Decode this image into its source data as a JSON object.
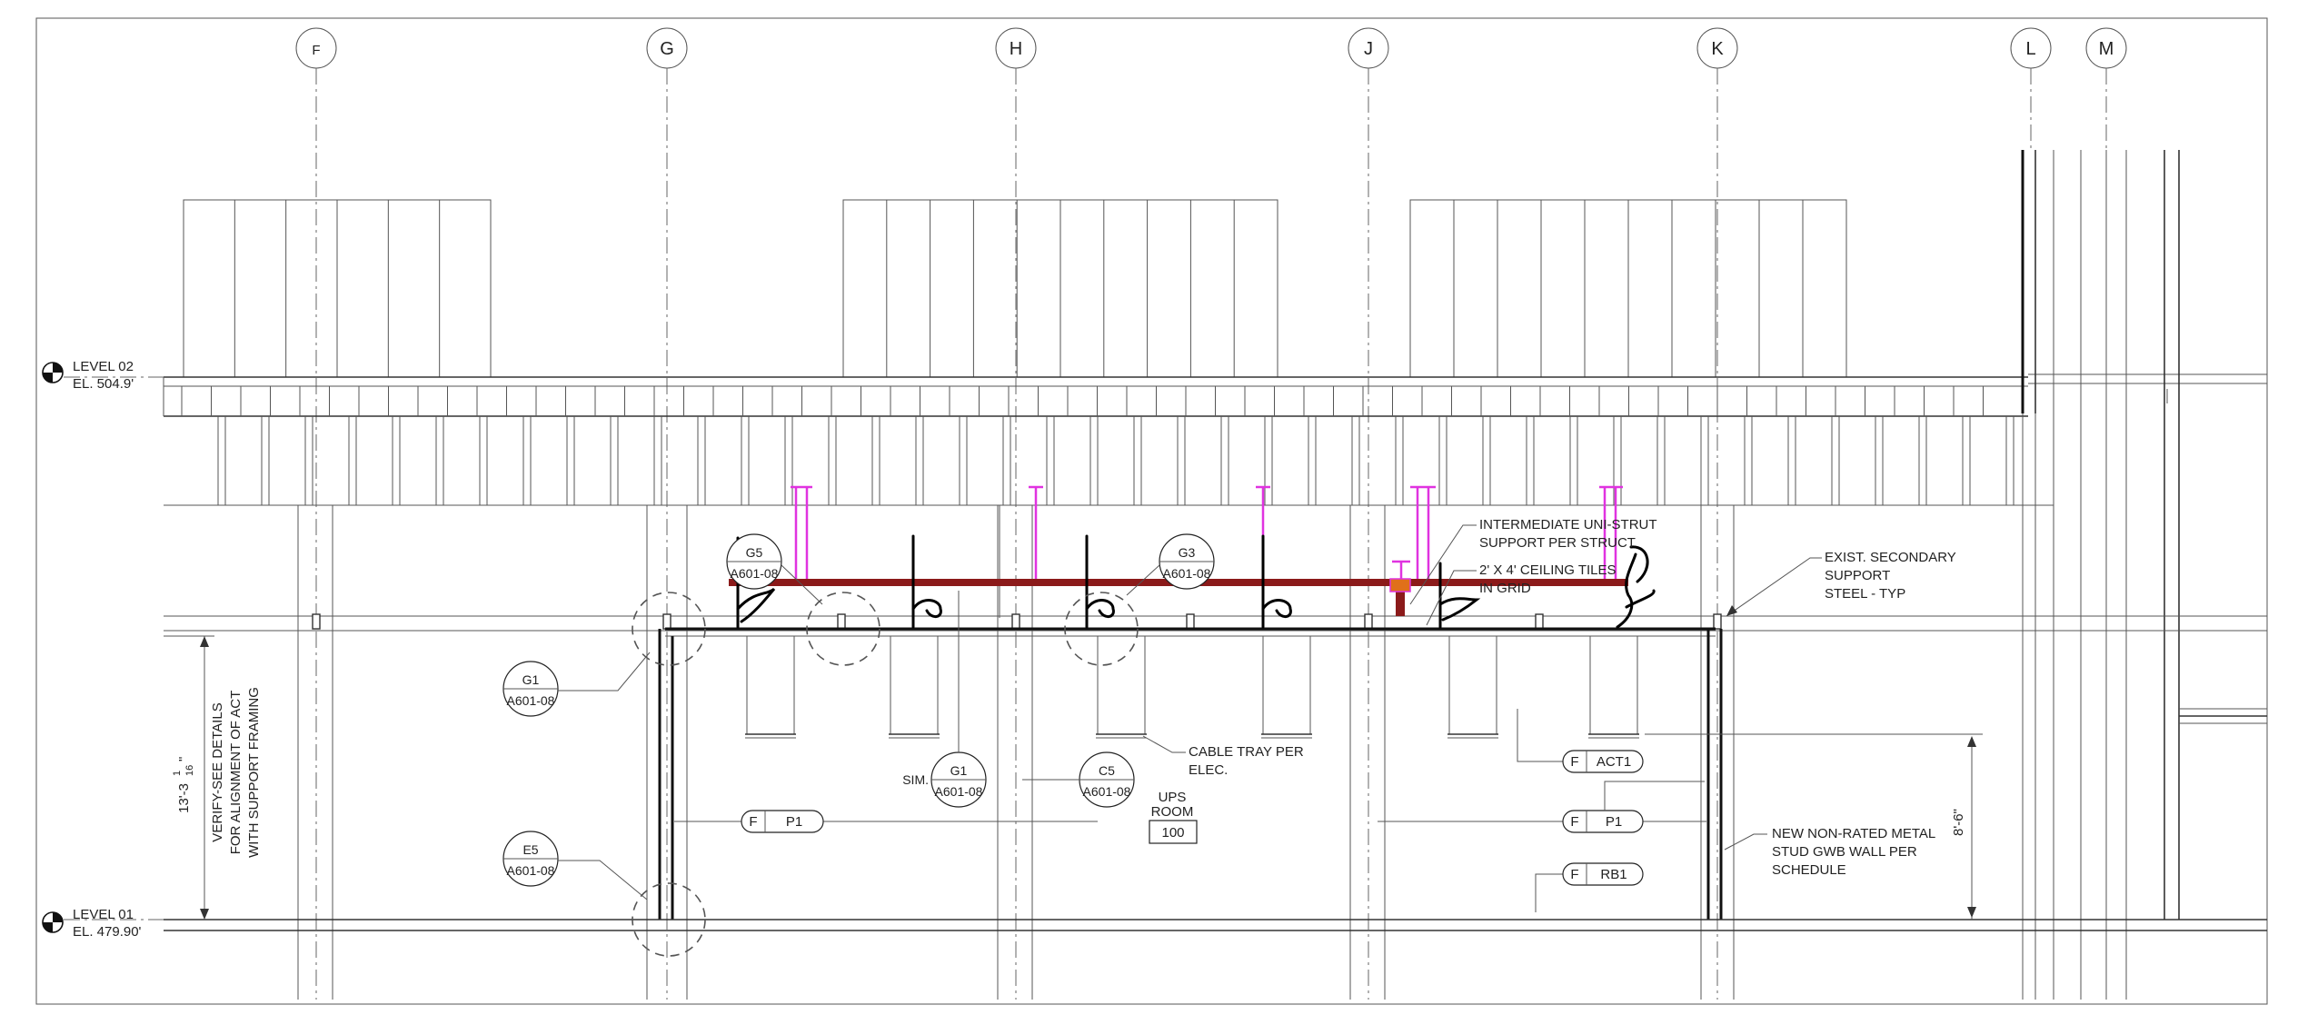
{
  "grid_lines": [
    {
      "label": "F"
    },
    {
      "label": "G"
    },
    {
      "label": "H"
    },
    {
      "label": "J"
    },
    {
      "label": "K"
    },
    {
      "label": "L"
    },
    {
      "label": "M"
    }
  ],
  "levels": [
    {
      "name": "LEVEL 02",
      "elevation": "EL. 504.9'"
    },
    {
      "name": "LEVEL 01",
      "elevation": "EL. 479.90'"
    }
  ],
  "section_tags": [
    {
      "id": "G5",
      "sheet": "A601-08"
    },
    {
      "id": "G3",
      "sheet": "A601-08"
    },
    {
      "id": "G1",
      "sheet": "A601-08"
    },
    {
      "id": "E5",
      "sheet": "A601-08"
    },
    {
      "id": "G1",
      "sheet": "A601-08",
      "prefix": "SIM."
    },
    {
      "id": "C5",
      "sheet": "A601-08"
    }
  ],
  "notes": {
    "unistrut": [
      "INTERMEDIATE UNI-STRUT",
      "SUPPORT PER STRUCT"
    ],
    "ceiling": [
      "2' X 4' CEILING TILES",
      "IN GRID"
    ],
    "secondary_steel": [
      "EXIST. SECONDARY",
      "SUPPORT",
      "STEEL - TYP"
    ],
    "cable_tray": [
      "CABLE TRAY PER",
      "ELEC."
    ],
    "wall": [
      "NEW NON-RATED METAL",
      "STUD GWB WALL PER",
      "SCHEDULE"
    ],
    "verify": [
      "VERIFY-SEE DETAILS",
      "FOR ALIGNMENT OF ACT",
      "WITH SUPPORT FRAMING"
    ]
  },
  "room": {
    "name_line1": "UPS",
    "name_line2": "ROOM",
    "number": "100"
  },
  "finish_tags": [
    {
      "prefix": "F",
      "code": "ACT1"
    },
    {
      "prefix": "F",
      "code": "P1"
    },
    {
      "prefix": "F",
      "code": "P1"
    },
    {
      "prefix": "F",
      "code": "RB1"
    }
  ],
  "dimensions": {
    "overall_main": "13'-3",
    "overall_frac_num": "1",
    "overall_frac_den": "16",
    "overall_tail": "\"",
    "ceiling_height": "8'-6\""
  },
  "colors": {
    "beam": "#8B1A1A",
    "hangers": "#E033E0",
    "clamp": "#E0701A",
    "linework": "#333333"
  }
}
